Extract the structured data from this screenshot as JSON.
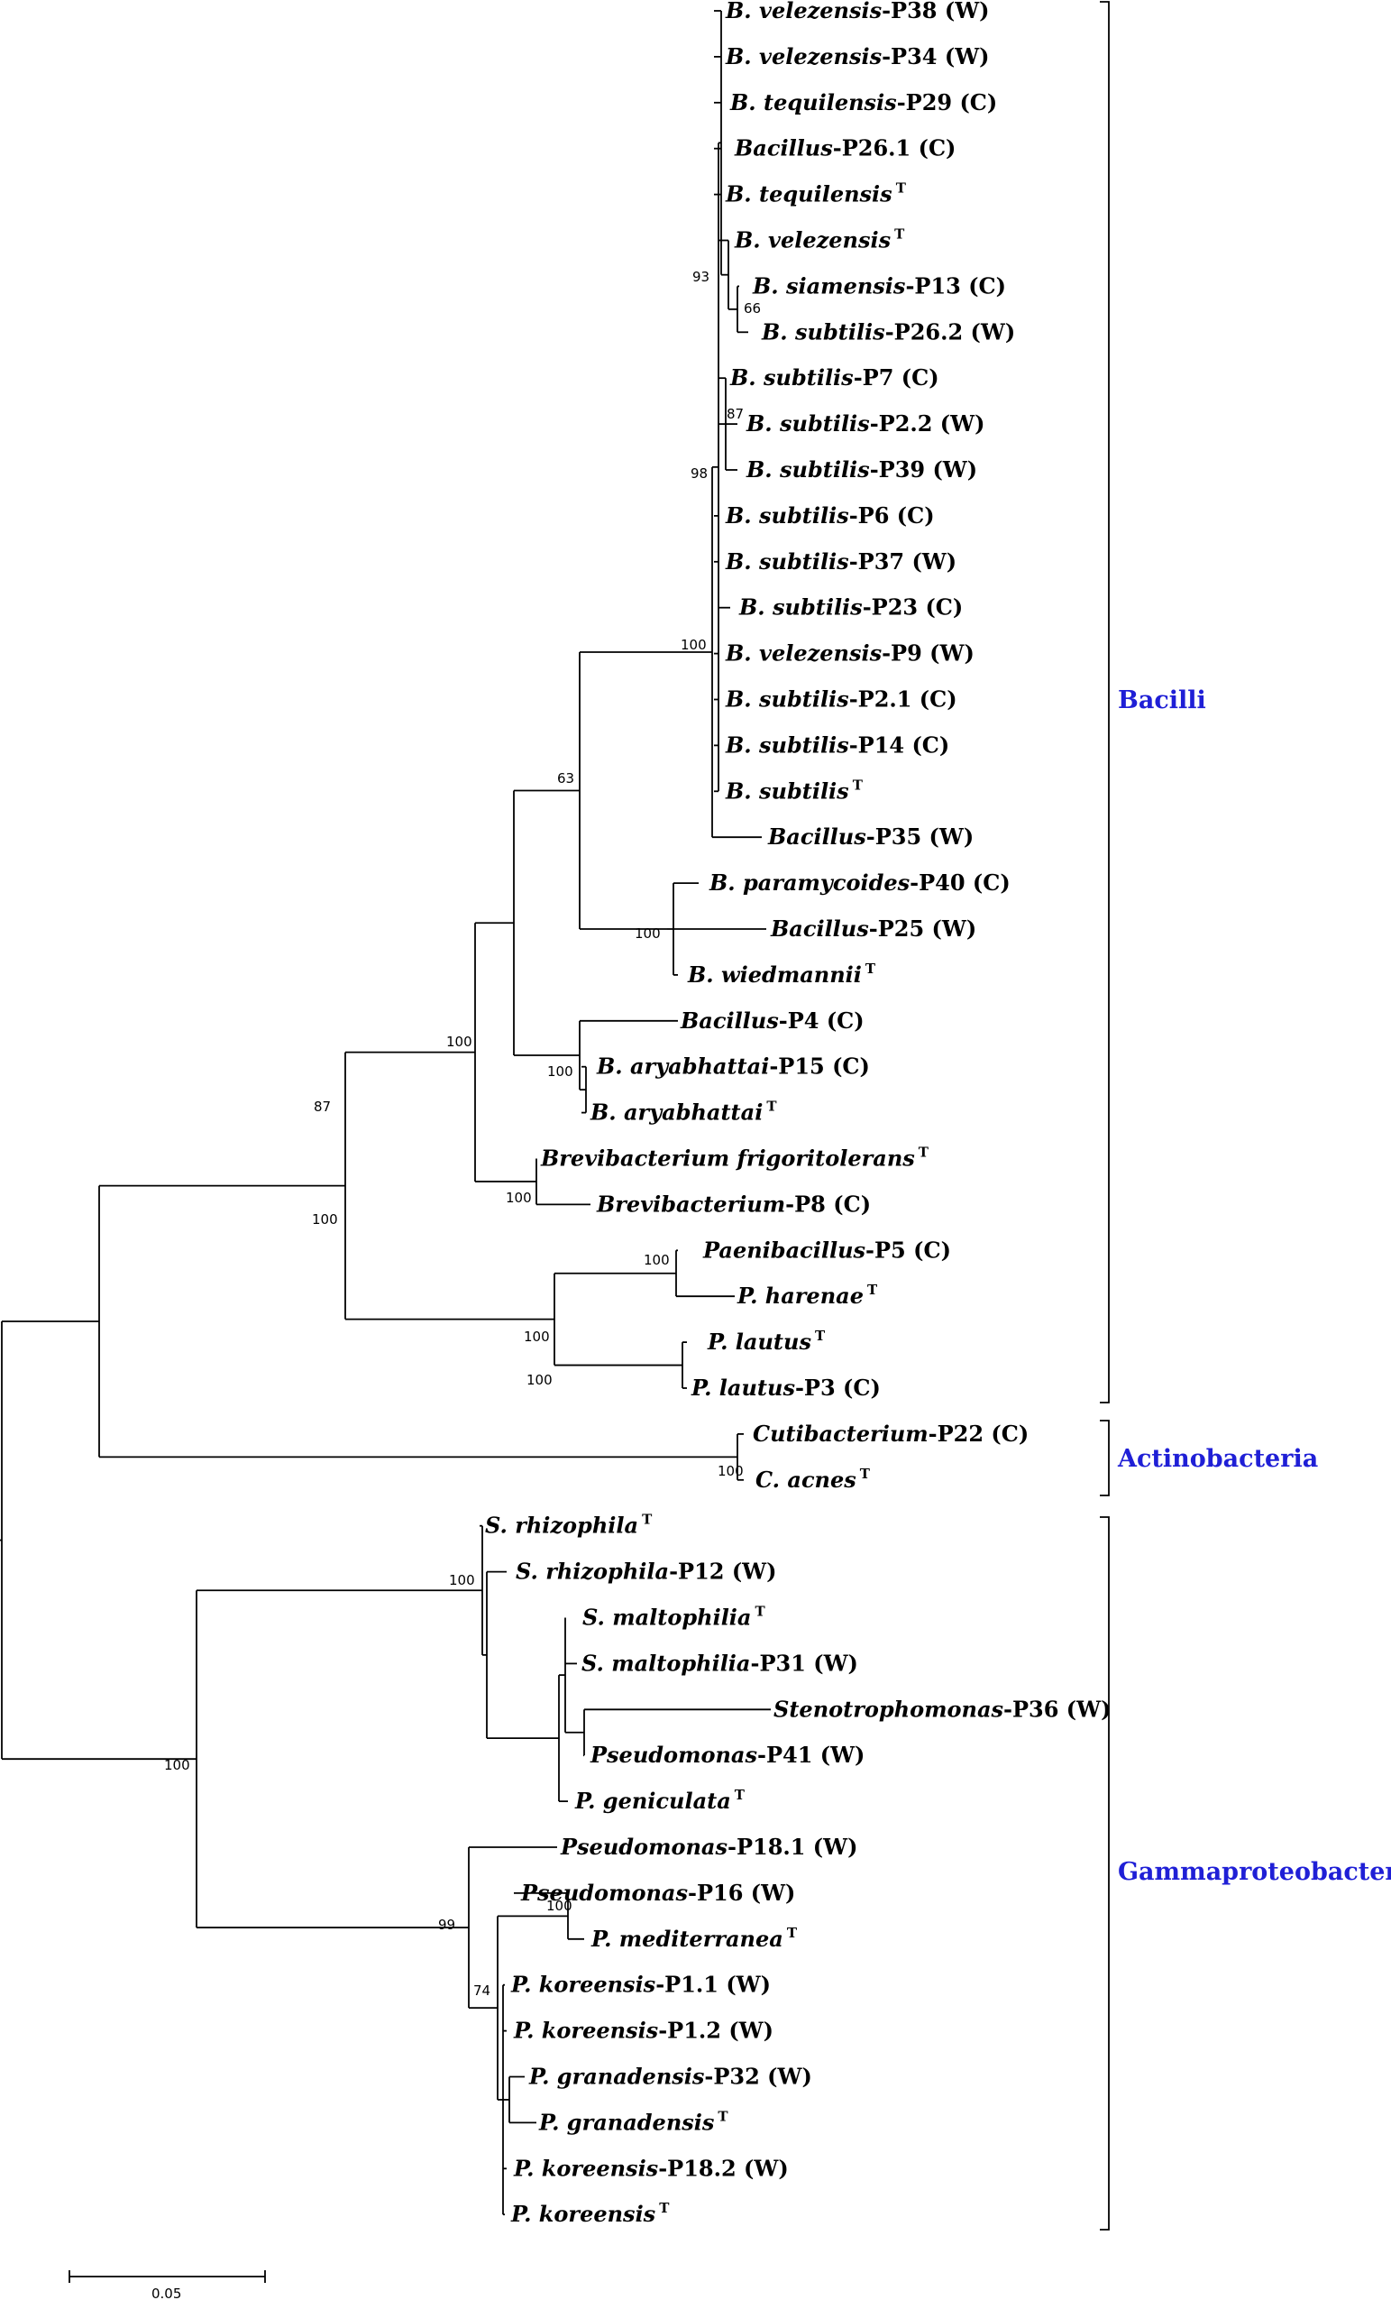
{
  "tree": {
    "taxa": [
      {
        "id": "p38",
        "genus": "B. velezensis",
        "suffix": "-P38",
        "origin": "(W)"
      },
      {
        "id": "p34",
        "genus": "B. velezensis",
        "suffix": "-P34",
        "origin": "(W)"
      },
      {
        "id": "p29",
        "genus": "B. tequilensis",
        "suffix": "-P29",
        "origin": "(C)"
      },
      {
        "id": "p261",
        "genus": "Bacillus",
        "suffix": "-P26.1",
        "origin": "(C)"
      },
      {
        "id": "btequT",
        "genus": "B. tequilensis",
        "suffix": "",
        "origin": "",
        "type": "T"
      },
      {
        "id": "bvelT",
        "genus": "B. velezensis",
        "suffix": "",
        "origin": "",
        "type": "T"
      },
      {
        "id": "p13",
        "genus": "B. siamensis",
        "suffix": "-P13",
        "origin": "(C)"
      },
      {
        "id": "p262",
        "genus": "B. subtilis",
        "suffix": "-P26.2",
        "origin": "(W)"
      },
      {
        "id": "p7",
        "genus": "B. subtilis",
        "suffix": "-P7",
        "origin": "(C)"
      },
      {
        "id": "p22b",
        "genus": "B. subtilis",
        "suffix": "-P2.2",
        "origin": "(W)"
      },
      {
        "id": "p39",
        "genus": "B. subtilis",
        "suffix": "-P39",
        "origin": "(W)"
      },
      {
        "id": "p6",
        "genus": "B. subtilis",
        "suffix": "-P6",
        "origin": "(C)"
      },
      {
        "id": "p37",
        "genus": "B. subtilis",
        "suffix": "-P37",
        "origin": "(W)"
      },
      {
        "id": "p23",
        "genus": "B. subtilis",
        "suffix": "-P23",
        "origin": "(C)"
      },
      {
        "id": "p9",
        "genus": "B. velezensis",
        "suffix": "-P9",
        "origin": "(W)"
      },
      {
        "id": "p21",
        "genus": "B. subtilis",
        "suffix": "-P2.1",
        "origin": "(C)"
      },
      {
        "id": "p14",
        "genus": "B. subtilis",
        "suffix": "-P14",
        "origin": "(C)"
      },
      {
        "id": "bsubT",
        "genus": "B. subtilis",
        "suffix": "",
        "origin": "",
        "type": "T"
      },
      {
        "id": "p35",
        "genus": "Bacillus",
        "suffix": "-P35",
        "origin": "(W)"
      },
      {
        "id": "p40",
        "genus": "B. paramycoides",
        "suffix": "-P40",
        "origin": "(C)"
      },
      {
        "id": "p25",
        "genus": "Bacillus",
        "suffix": "-P25",
        "origin": "(W)"
      },
      {
        "id": "bwiedT",
        "genus": "B. wiedmannii",
        "suffix": "",
        "origin": "",
        "type": "T"
      },
      {
        "id": "p4",
        "genus": "Bacillus",
        "suffix": "-P4",
        "origin": "(C)"
      },
      {
        "id": "p15",
        "genus": "B. aryabhattai",
        "suffix": "-P15",
        "origin": "(C)"
      },
      {
        "id": "baryT",
        "genus": "B. aryabhattai",
        "suffix": "",
        "origin": "",
        "type": "T"
      },
      {
        "id": "brevT",
        "genus": "Brevibacterium frigoritolerans",
        "suffix": "",
        "origin": "",
        "type": "T"
      },
      {
        "id": "p8",
        "genus": "Brevibacterium",
        "suffix": "-P8",
        "origin": "(C)"
      },
      {
        "id": "p5",
        "genus": "Paenibacillus",
        "suffix": "-P5",
        "origin": "(C)"
      },
      {
        "id": "pharT",
        "genus": "P. harenae",
        "suffix": "",
        "origin": "",
        "type": "T"
      },
      {
        "id": "plauT",
        "genus": "P. lautus",
        "suffix": "",
        "origin": "",
        "type": "T"
      },
      {
        "id": "p3",
        "genus": "P. lautus",
        "suffix": "-P3",
        "origin": "(C)"
      },
      {
        "id": "p22",
        "genus": "Cutibacterium",
        "suffix": "-P22",
        "origin": "(C)"
      },
      {
        "id": "cacnT",
        "genus": "C. acnes",
        "suffix": "",
        "origin": "",
        "type": "T"
      },
      {
        "id": "srhizT",
        "genus": "S. rhizophila",
        "suffix": "",
        "origin": "",
        "type": "T"
      },
      {
        "id": "p12",
        "genus": "S. rhizophila",
        "suffix": "-P12",
        "origin": "(W)"
      },
      {
        "id": "smaltT",
        "genus": "S. maltophilia",
        "suffix": "",
        "origin": "",
        "type": "T"
      },
      {
        "id": "p31",
        "genus": "S. maltophilia",
        "suffix": "-P31",
        "origin": "(W)"
      },
      {
        "id": "p36",
        "genus": "Stenotrophomonas",
        "suffix": "-P36",
        "origin": "(W)"
      },
      {
        "id": "p41",
        "genus": "Pseudomonas",
        "suffix": "-P41",
        "origin": "(W)"
      },
      {
        "id": "pgenT",
        "genus": "P. geniculata",
        "suffix": "",
        "origin": "",
        "type": "T"
      },
      {
        "id": "p181",
        "genus": "Pseudomonas",
        "suffix": "-P18.1",
        "origin": "(W)"
      },
      {
        "id": "p16",
        "genus": "Pseudomonas",
        "suffix": "-P16",
        "origin": "(W)"
      },
      {
        "id": "pmedT",
        "genus": "P. mediterranea",
        "suffix": "",
        "origin": "",
        "type": "T"
      },
      {
        "id": "p11",
        "genus": "P. koreensis",
        "suffix": "-P1.1",
        "origin": "(W)"
      },
      {
        "id": "p12b",
        "genus": "P. koreensis",
        "suffix": "-P1.2",
        "origin": "(W)"
      },
      {
        "id": "p32",
        "genus": "P. granadensis",
        "suffix": "-P32",
        "origin": "(W)"
      },
      {
        "id": "pgranT",
        "genus": "P. granadensis",
        "suffix": "",
        "origin": "",
        "type": "T"
      },
      {
        "id": "p182",
        "genus": "P. koreensis",
        "suffix": "-P18.2",
        "origin": "(W)"
      },
      {
        "id": "pkorT",
        "genus": "P. koreensis",
        "suffix": "",
        "origin": "",
        "type": "T"
      }
    ],
    "bootstrap": [
      "93",
      "66",
      "87",
      "98",
      "100",
      "63",
      "100",
      "100",
      "87",
      "100",
      "100",
      "100",
      "100",
      "100",
      "100",
      "100",
      "100",
      "100",
      "99",
      "100",
      "74"
    ],
    "clades": [
      "Bacilli",
      "Actinobacteria",
      "Gammaproteobacteria"
    ],
    "scale_bar": "0.05"
  },
  "colors": {
    "clade_label": "#1f1fd6",
    "lines": "#000000"
  }
}
